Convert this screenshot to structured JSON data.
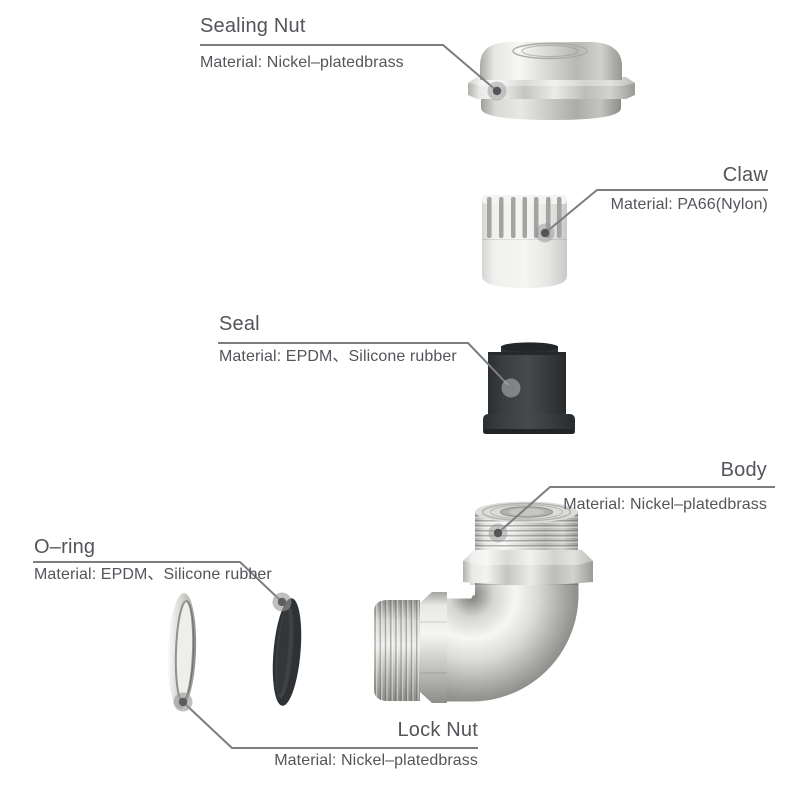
{
  "diagram_type": "exploded-parts-diagram",
  "colors": {
    "background": "#ffffff",
    "label_text": "#54555a",
    "leader_line": "#7c7d7f",
    "metal": "#d4d4d0",
    "white_plastic": "#f0f0ee",
    "black_rubber": "#35383b"
  },
  "parts": {
    "sealing_nut": {
      "name": "Sealing Nut",
      "material": "Material: Nickel–platedbrass"
    },
    "claw": {
      "name": "Claw",
      "material": "Material: PA66(Nylon)"
    },
    "seal": {
      "name": "Seal",
      "material": "Material: EPDM、Silicone rubber"
    },
    "body": {
      "name": "Body",
      "material": "Material: Nickel–platedbrass"
    },
    "o_ring": {
      "name": "O–ring",
      "material": "Material: EPDM、Silicone rubber"
    },
    "lock_nut": {
      "name": "Lock Nut",
      "material": "Material: Nickel–platedbrass"
    }
  }
}
